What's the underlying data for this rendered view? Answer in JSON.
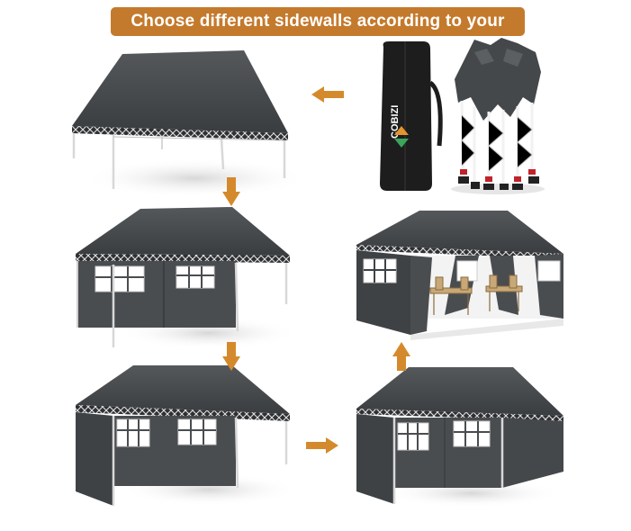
{
  "banner": {
    "title": "Choose different sidewalls according to your needs"
  },
  "bag": {
    "brand": "COBIZI"
  },
  "colors": {
    "banner_bg": "#c47a2c",
    "arrow": "#d48a2c",
    "canopy": "#44474a",
    "wall": "#4a4d50",
    "frame": "#d8d8d8",
    "bag": "#1d1d1d"
  },
  "steps": [
    {
      "name": "folded-frame",
      "icons": [
        "carry-bag",
        "folded-frame"
      ]
    },
    {
      "name": "canopy-only"
    },
    {
      "name": "one-window-sidewall"
    },
    {
      "name": "two-sidewalls"
    },
    {
      "name": "three-sidewalls"
    },
    {
      "name": "fully-enclosed-with-doors-open"
    }
  ]
}
